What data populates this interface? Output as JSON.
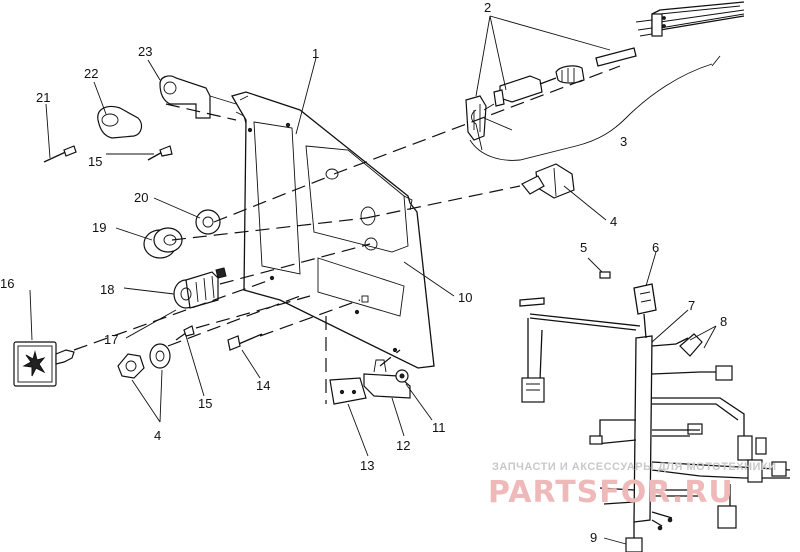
{
  "diagram": {
    "callouts": [
      {
        "id": "c1",
        "label": "1"
      },
      {
        "id": "c2",
        "label": "2"
      },
      {
        "id": "c3",
        "label": "3"
      },
      {
        "id": "c4a",
        "label": "4"
      },
      {
        "id": "c4b",
        "label": "4"
      },
      {
        "id": "c5",
        "label": "5"
      },
      {
        "id": "c6",
        "label": "6"
      },
      {
        "id": "c7",
        "label": "7"
      },
      {
        "id": "c8",
        "label": "8"
      },
      {
        "id": "c9",
        "label": "9"
      },
      {
        "id": "c10",
        "label": "10"
      },
      {
        "id": "c11",
        "label": "11"
      },
      {
        "id": "c12",
        "label": "12"
      },
      {
        "id": "c13",
        "label": "13"
      },
      {
        "id": "c14",
        "label": "14"
      },
      {
        "id": "c15a",
        "label": "15"
      },
      {
        "id": "c15b",
        "label": "15"
      },
      {
        "id": "c16",
        "label": "16"
      },
      {
        "id": "c17",
        "label": "17"
      },
      {
        "id": "c18",
        "label": "18"
      },
      {
        "id": "c19",
        "label": "19"
      },
      {
        "id": "c20",
        "label": "20"
      },
      {
        "id": "c21",
        "label": "21"
      },
      {
        "id": "c22",
        "label": "22"
      },
      {
        "id": "c23",
        "label": "23"
      }
    ]
  },
  "watermark": {
    "tagline": "ЗАПЧАСТИ И АКСЕССУАРЫ ДЛЯ МОТОТЕХНИКИ",
    "logo": "PARTSFOR.RU",
    "color": "#e8a3a3"
  }
}
